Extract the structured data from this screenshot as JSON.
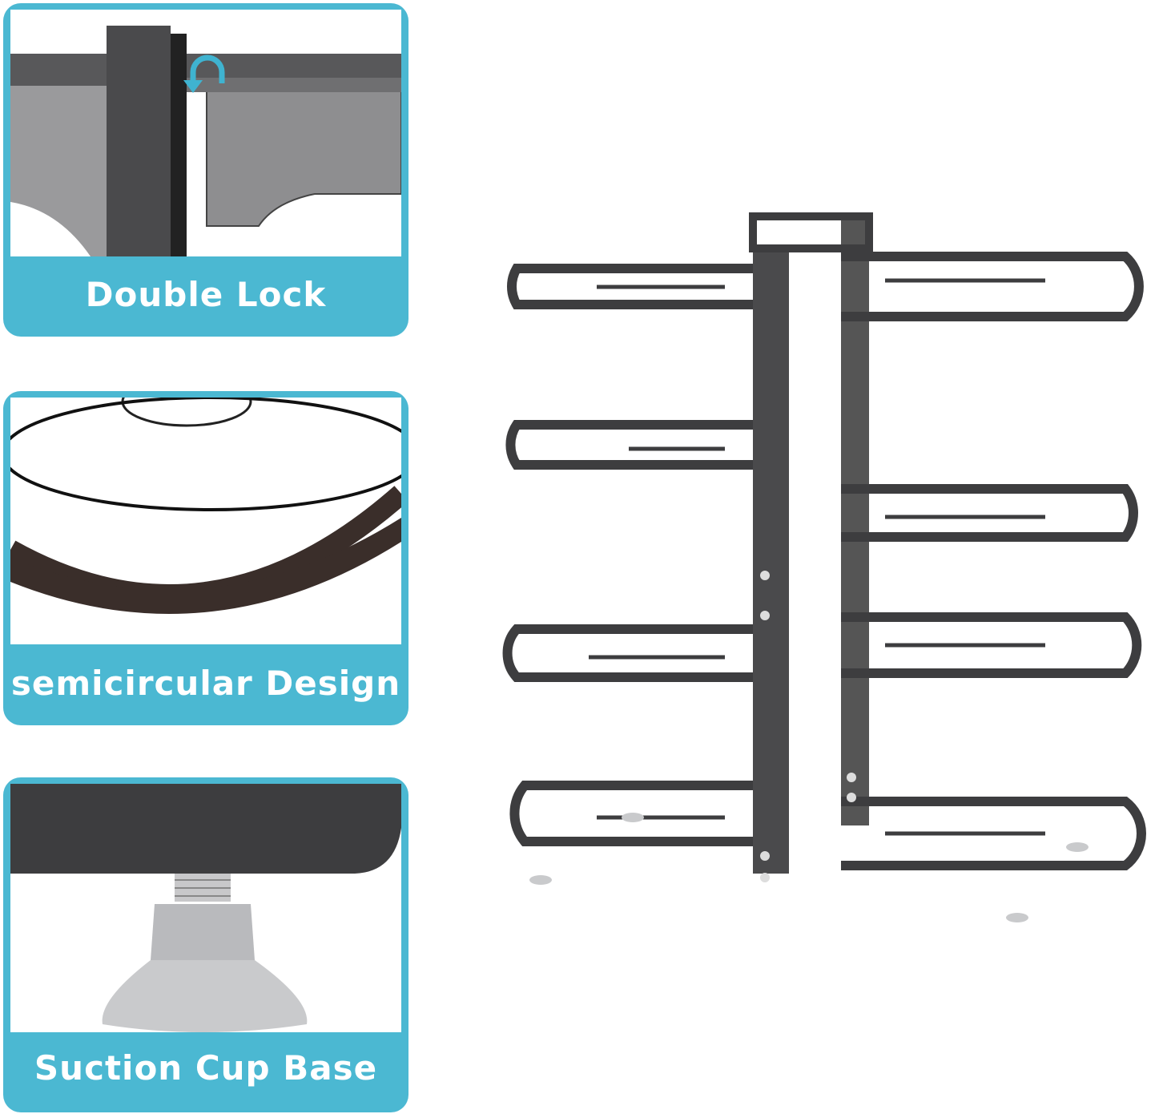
{
  "features": [
    {
      "caption": "Double Lock",
      "icon": "rotate-arrow-icon"
    },
    {
      "caption": "semicircular Design"
    },
    {
      "caption": "Suction Cup Base"
    }
  ],
  "colors": {
    "accent": "#4bb8d2",
    "metal": "#3d3d3f",
    "suction_cup": "#c9cacc"
  }
}
